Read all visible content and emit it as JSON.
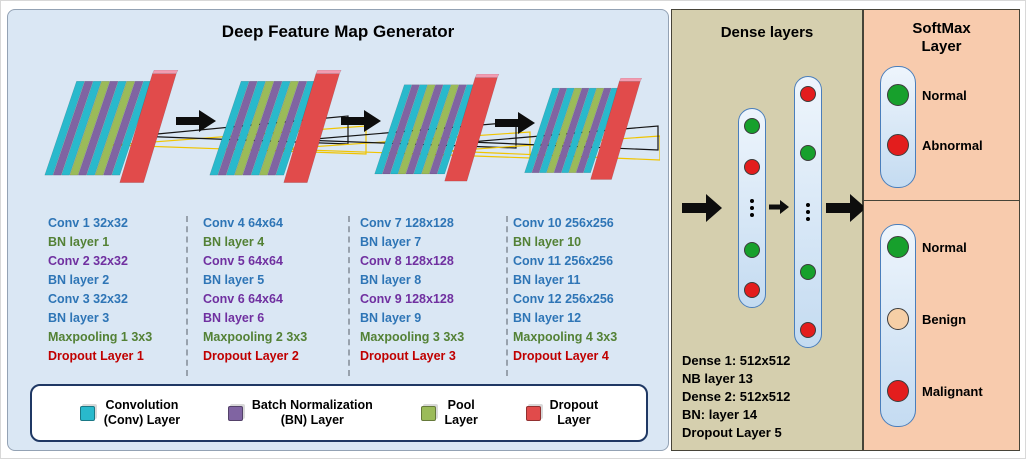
{
  "generator": {
    "title": "Deep Feature Map Generator",
    "columns": [
      {
        "lines": [
          {
            "text": "Conv 1 32x32",
            "color": "#2E75B6"
          },
          {
            "text": "BN layer 1",
            "color": "#538135"
          },
          {
            "text": "Conv 2 32x32",
            "color": "#7030A0"
          },
          {
            "text": "BN layer 2",
            "color": "#2E75B6"
          },
          {
            "text": "Conv 3 32x32",
            "color": "#2E75B6"
          },
          {
            "text": "BN layer 3",
            "color": "#2E75B6"
          },
          {
            "text": "Maxpooling 1 3x3",
            "color": "#538135"
          },
          {
            "text": "Dropout Layer 1",
            "color": "#C00000"
          }
        ]
      },
      {
        "lines": [
          {
            "text": "Conv 4 64x64",
            "color": "#2E75B6"
          },
          {
            "text": "BN layer 4",
            "color": "#538135"
          },
          {
            "text": "Conv 5 64x64",
            "color": "#7030A0"
          },
          {
            "text": "BN layer 5",
            "color": "#2E75B6"
          },
          {
            "text": "Conv 6 64x64",
            "color": "#7030A0"
          },
          {
            "text": "BN layer 6",
            "color": "#7030A0"
          },
          {
            "text": "Maxpooling 2 3x3",
            "color": "#538135"
          },
          {
            "text": "Dropout Layer 2",
            "color": "#C00000"
          }
        ]
      },
      {
        "lines": [
          {
            "text": "Conv 7 128x128",
            "color": "#2E75B6"
          },
          {
            "text": "BN layer 7",
            "color": "#2E75B6"
          },
          {
            "text": "Conv 8 128x128",
            "color": "#7030A0"
          },
          {
            "text": "BN layer 8",
            "color": "#2E75B6"
          },
          {
            "text": "Conv 9 128x128",
            "color": "#7030A0"
          },
          {
            "text": "BN layer 9",
            "color": "#2E75B6"
          },
          {
            "text": "Maxpooling 3 3x3",
            "color": "#538135"
          },
          {
            "text": "Dropout Layer 3",
            "color": "#C00000"
          }
        ]
      },
      {
        "lines": [
          {
            "text": "Conv 10 256x256",
            "color": "#2E75B6"
          },
          {
            "text": "BN layer 10",
            "color": "#538135"
          },
          {
            "text": "Conv 11 256x256",
            "color": "#2E75B6"
          },
          {
            "text": "BN layer 11",
            "color": "#2E75B6"
          },
          {
            "text": "Conv 12 256x256",
            "color": "#2E75B6"
          },
          {
            "text": "BN layer 12",
            "color": "#2E75B6"
          },
          {
            "text": "Maxpooling 4 3x3",
            "color": "#538135"
          },
          {
            "text": "Dropout Layer 4",
            "color": "#C00000"
          }
        ]
      }
    ],
    "legend": [
      {
        "label": "Convolution\n(Conv) Layer",
        "color": "#29B9CC"
      },
      {
        "label": "Batch Normalization\n(BN) Layer",
        "color": "#8064A2"
      },
      {
        "label": "Pool\nLayer",
        "color": "#9BBB59"
      },
      {
        "label": "Dropout\nLayer",
        "color": "#E14B4B"
      }
    ]
  },
  "dense": {
    "title": "Dense layers",
    "layer1_nodes": [
      {
        "kind": "circle",
        "color": "#17A02C"
      },
      {
        "kind": "circle",
        "color": "#E31D1D"
      },
      {
        "kind": "dots"
      },
      {
        "kind": "circle",
        "color": "#17A02C"
      },
      {
        "kind": "circle",
        "color": "#E31D1D"
      }
    ],
    "layer2_nodes": [
      {
        "kind": "circle",
        "color": "#E31D1D"
      },
      {
        "kind": "circle",
        "color": "#17A02C"
      },
      {
        "kind": "dots"
      },
      {
        "kind": "circle",
        "color": "#17A02C"
      },
      {
        "kind": "circle",
        "color": "#E31D1D"
      }
    ],
    "notes": [
      "Dense 1: 512x512",
      "NB layer 13",
      "Dense 2: 512x512",
      "BN: layer 14",
      "Dropout Layer 5"
    ]
  },
  "softmax": {
    "title": "SoftMax Layer",
    "binary_classes": [
      {
        "label": "Normal",
        "color": "#17A02C"
      },
      {
        "label": "Abnormal",
        "color": "#E31D1D"
      }
    ],
    "multi_classes": [
      {
        "label": "Normal",
        "color": "#17A02C"
      },
      {
        "label": "Benign",
        "color": "#F6CFA6"
      },
      {
        "label": "Malignant",
        "color": "#E31D1D"
      }
    ]
  }
}
